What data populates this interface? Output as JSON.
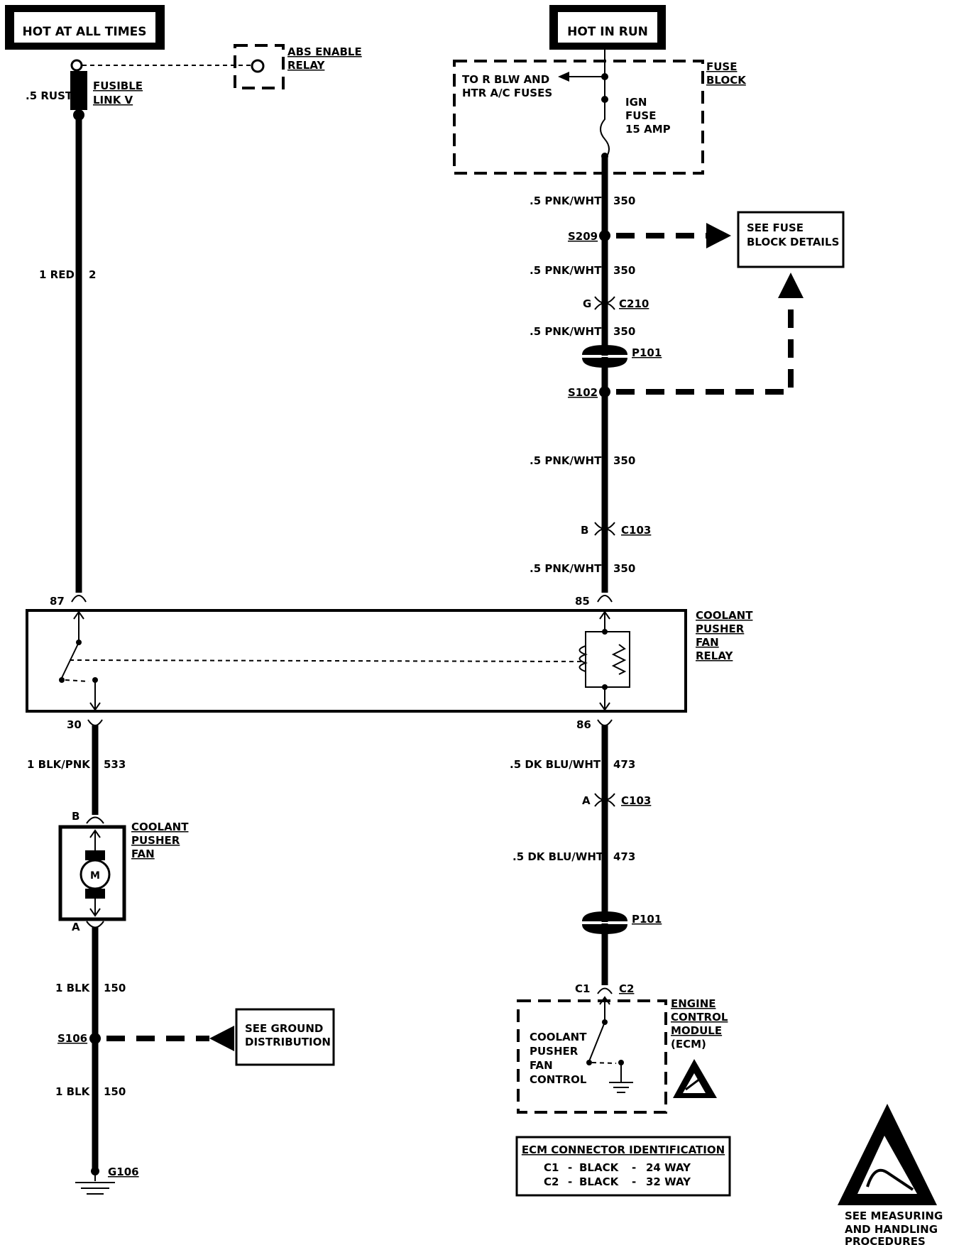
{
  "power": {
    "hot_at_all_times": "HOT AT ALL TIMES",
    "hot_in_run": "HOT IN RUN"
  },
  "left_circuit": {
    "abs_relay_1": "ABS ENABLE",
    "abs_relay_2": "RELAY",
    "rust_wire": ".5 RUST",
    "fusible_1": "FUSIBLE",
    "fusible_2": "LINK V",
    "red_wire": "1 RED",
    "red_circuit": "2",
    "pin_87": "87",
    "pin_30": "30",
    "blkpnk_wire": "1 BLK/PNK",
    "blkpnk_circuit": "533",
    "fan_pin_b": "B",
    "fan_pin_a": "A",
    "fan_label_1": "COOLANT",
    "fan_label_2": "PUSHER",
    "fan_label_3": "FAN",
    "motor_symbol": "M",
    "blk_wire_1": "1 BLK",
    "blk_circuit_1": "150",
    "splice_s106": "S106",
    "ground_ref_1": "SEE GROUND",
    "ground_ref_2": "DISTRIBUTION",
    "blk_wire_2": "1 BLK",
    "blk_circuit_2": "150",
    "ground_g106": "G106"
  },
  "right_circuit": {
    "to_fuses_1": "TO R BLW AND",
    "to_fuses_2": "HTR A/C FUSES",
    "ign_fuse_1": "IGN",
    "ign_fuse_2": "FUSE",
    "ign_fuse_3": "15 AMP",
    "fuse_block_1": "FUSE",
    "fuse_block_2": "BLOCK",
    "w1": ".5 PNK/WHT",
    "c1": "350",
    "splice_s209": "S209",
    "see_fuse_1": "SEE FUSE",
    "see_fuse_2": "BLOCK DETAILS",
    "w2": ".5 PNK/WHT",
    "c2": "350",
    "pin_g": "G",
    "conn_c210": "C210",
    "w3": ".5 PNK/WHT",
    "c3": "350",
    "conn_p101_a": "P101",
    "splice_s102": "S102",
    "w4": ".5 PNK/WHT",
    "c4": "350",
    "pin_b": "B",
    "conn_c103_a": "C103",
    "w5": ".5 PNK/WHT",
    "c5": "350",
    "pin_85": "85",
    "relay_1": "COOLANT",
    "relay_2": "PUSHER",
    "relay_3": "FAN",
    "relay_4": "RELAY",
    "pin_86": "86",
    "w6": ".5 DK BLU/WHT",
    "c6": "473",
    "pin_a": "A",
    "conn_c103_b": "C103",
    "w7": ".5 DK BLU/WHT",
    "c7": "473",
    "conn_p101_b": "P101",
    "ecm_c1": "C1",
    "ecm_c2": "C2",
    "ecm_1": "ENGINE",
    "ecm_2": "CONTROL",
    "ecm_3": "MODULE",
    "ecm_4": "(ECM)",
    "ctrl_1": "COOLANT",
    "ctrl_2": "PUSHER",
    "ctrl_3": "FAN",
    "ctrl_4": "CONTROL"
  },
  "ecm_table": {
    "title": "ECM CONNECTOR IDENTIFICATION",
    "row1_id": "C1",
    "row1_sep": "-",
    "row1_color": "BLACK",
    "row1_sep2": "-",
    "row1_way": "24 WAY",
    "row2_id": "C2",
    "row2_sep": "-",
    "row2_color": "BLACK",
    "row2_sep2": "-",
    "row2_way": "32 WAY"
  },
  "esd": {
    "line1": "SEE MEASURING",
    "line2": "AND HANDLING",
    "line3": "PROCEDURES"
  }
}
